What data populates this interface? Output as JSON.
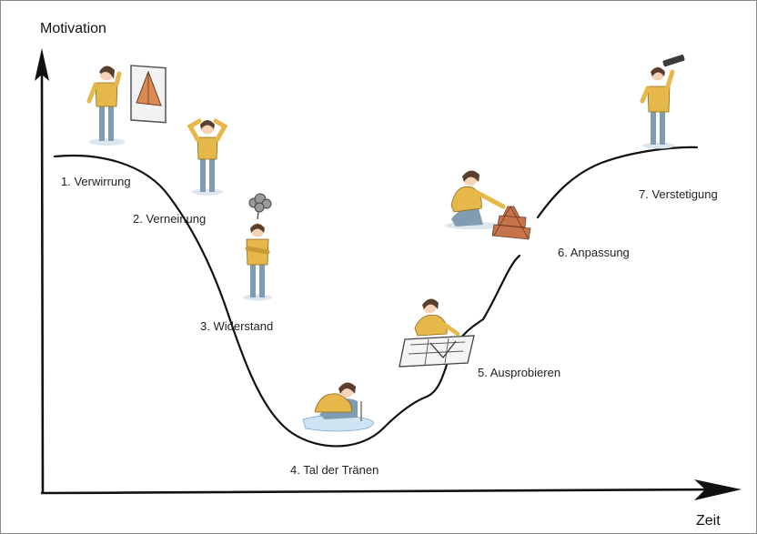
{
  "diagram": {
    "y_axis_label": "Motivation",
    "x_axis_label": "Zeit",
    "stages": [
      {
        "label": "1. Verwirrung"
      },
      {
        "label": "2. Verneinung"
      },
      {
        "label": "3. Widerstand"
      },
      {
        "label": "4. Tal der Tränen"
      },
      {
        "label": "5. Ausprobieren"
      },
      {
        "label": "6. Anpassung"
      },
      {
        "label": "7. Verstetigung"
      }
    ],
    "colors": {
      "curve": "#111111",
      "axis": "#111111",
      "sweater": "#e6b84a",
      "jeans": "#7f9cb3",
      "hair": "#5a3f2e",
      "brick": "#c8744a"
    },
    "illustrations": [
      {
        "icon": "woman-thinking-at-pyramid-picture-icon"
      },
      {
        "icon": "woman-holding-head-icon"
      },
      {
        "icon": "woman-arms-crossed-cloud-icon"
      },
      {
        "icon": "woman-crying-sitting-icon"
      },
      {
        "icon": "woman-drawing-plan-icon"
      },
      {
        "icon": "woman-building-pyramid-icon"
      },
      {
        "icon": "woman-with-telescope-icon"
      }
    ]
  }
}
